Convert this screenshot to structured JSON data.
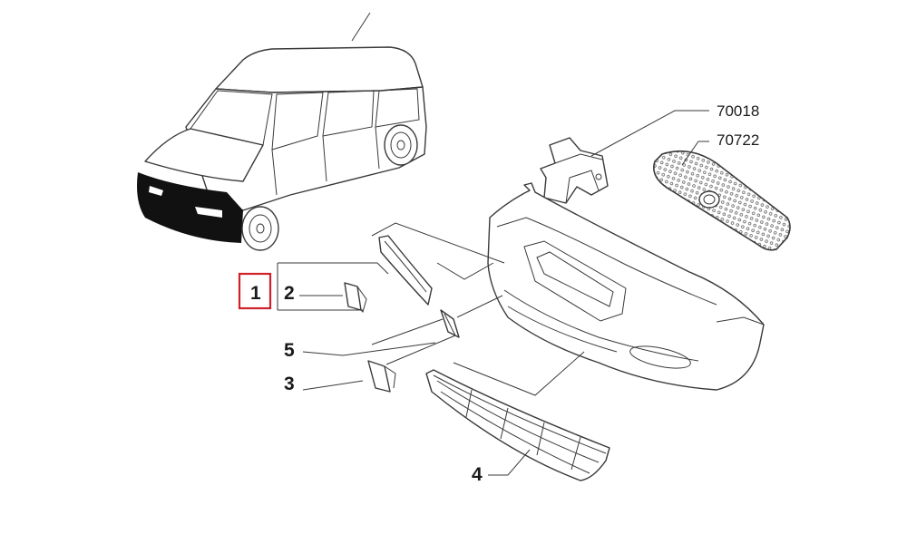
{
  "callouts": {
    "item_1": "1",
    "item_2": "2",
    "item_3": "3",
    "item_4": "4",
    "item_5": "5",
    "ref_bracket": "70018",
    "ref_grille": "70722"
  },
  "colors": {
    "line": "#3a3a3a",
    "highlight_box": "#d0222a",
    "bumper_zone_fill": "#111111"
  },
  "icons": [
    "car-icon",
    "bracket-icon",
    "front-grille-icon",
    "bumper-icon",
    "trim-strip-icon",
    "lower-grille-icon",
    "cap-icon"
  ]
}
